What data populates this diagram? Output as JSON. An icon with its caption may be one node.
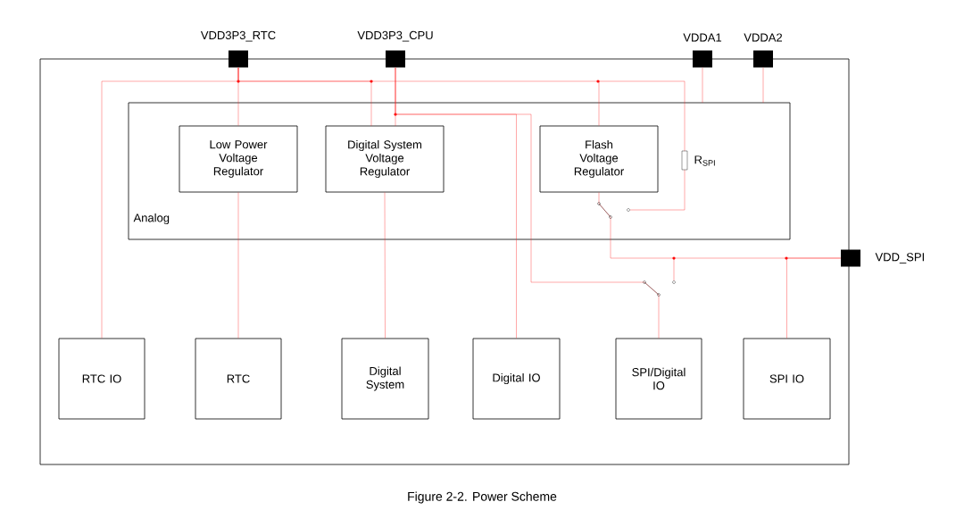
{
  "diagram": {
    "caption": "Figure 2-2. Power Scheme",
    "nodes": [
      {
        "text": [],
        "shape": "box"
      },
      {
        "text": [
          "VDD3P3_RTC"
        ]
      },
      {
        "text": [
          "VDD3P3_CPU"
        ]
      },
      {
        "text": [
          "VDDA1"
        ]
      },
      {
        "text": [
          "VDDA2"
        ]
      },
      {
        "text": [
          "VDD_SPI"
        ]
      },
      {
        "text": [
          "Analog"
        ],
        "in": 0
      },
      {
        "text": [
          "Low Power Voltage Regulator"
        ],
        "in": 6
      },
      {
        "text": [
          "Digital System Voltage Regulator"
        ],
        "in": 6
      },
      {
        "text": [
          "Flash Voltage Regulator"
        ],
        "in": 6
      },
      {
        "text": [
          "RTC IO"
        ],
        "in": 0
      },
      {
        "text": [
          "RTC"
        ],
        "in": 0
      },
      {
        "text": [
          "Digital System"
        ],
        "in": 0
      },
      {
        "text": [
          "Digital IO"
        ],
        "in": 0
      },
      {
        "text": [
          "SPI/Digital IO"
        ],
        "in": 0
      },
      {
        "text": [
          "SPI IO"
        ],
        "in": 0
      }
    ],
    "edges": [
      {
        "from": 1,
        "to": 7,
        "arrow": "none"
      },
      {
        "from": 1,
        "to": 10,
        "arrow": "none"
      },
      {
        "from": 1,
        "to": 8,
        "arrow": "none"
      },
      {
        "from": 1,
        "to": 9,
        "arrow": "none"
      },
      {
        "from": 2,
        "to": 8,
        "arrow": "none"
      },
      {
        "from": 2,
        "to": 13,
        "arrow": "none"
      },
      {
        "from": 2,
        "to": 14,
        "arrow": "none"
      },
      {
        "from": 7,
        "to": 11,
        "arrow": "none"
      },
      {
        "from": 8,
        "to": 12,
        "arrow": "none"
      },
      {
        "from": 9,
        "to": 5,
        "arrow": "none"
      },
      {
        "from": 5,
        "to": 15,
        "arrow": "none"
      },
      {
        "from": 3,
        "to": 6,
        "arrow": "none"
      },
      {
        "from": 4,
        "to": 6,
        "arrow": "none"
      }
    ],
    "labels": [
      "R$_{SPI}$"
    ]
  }
}
